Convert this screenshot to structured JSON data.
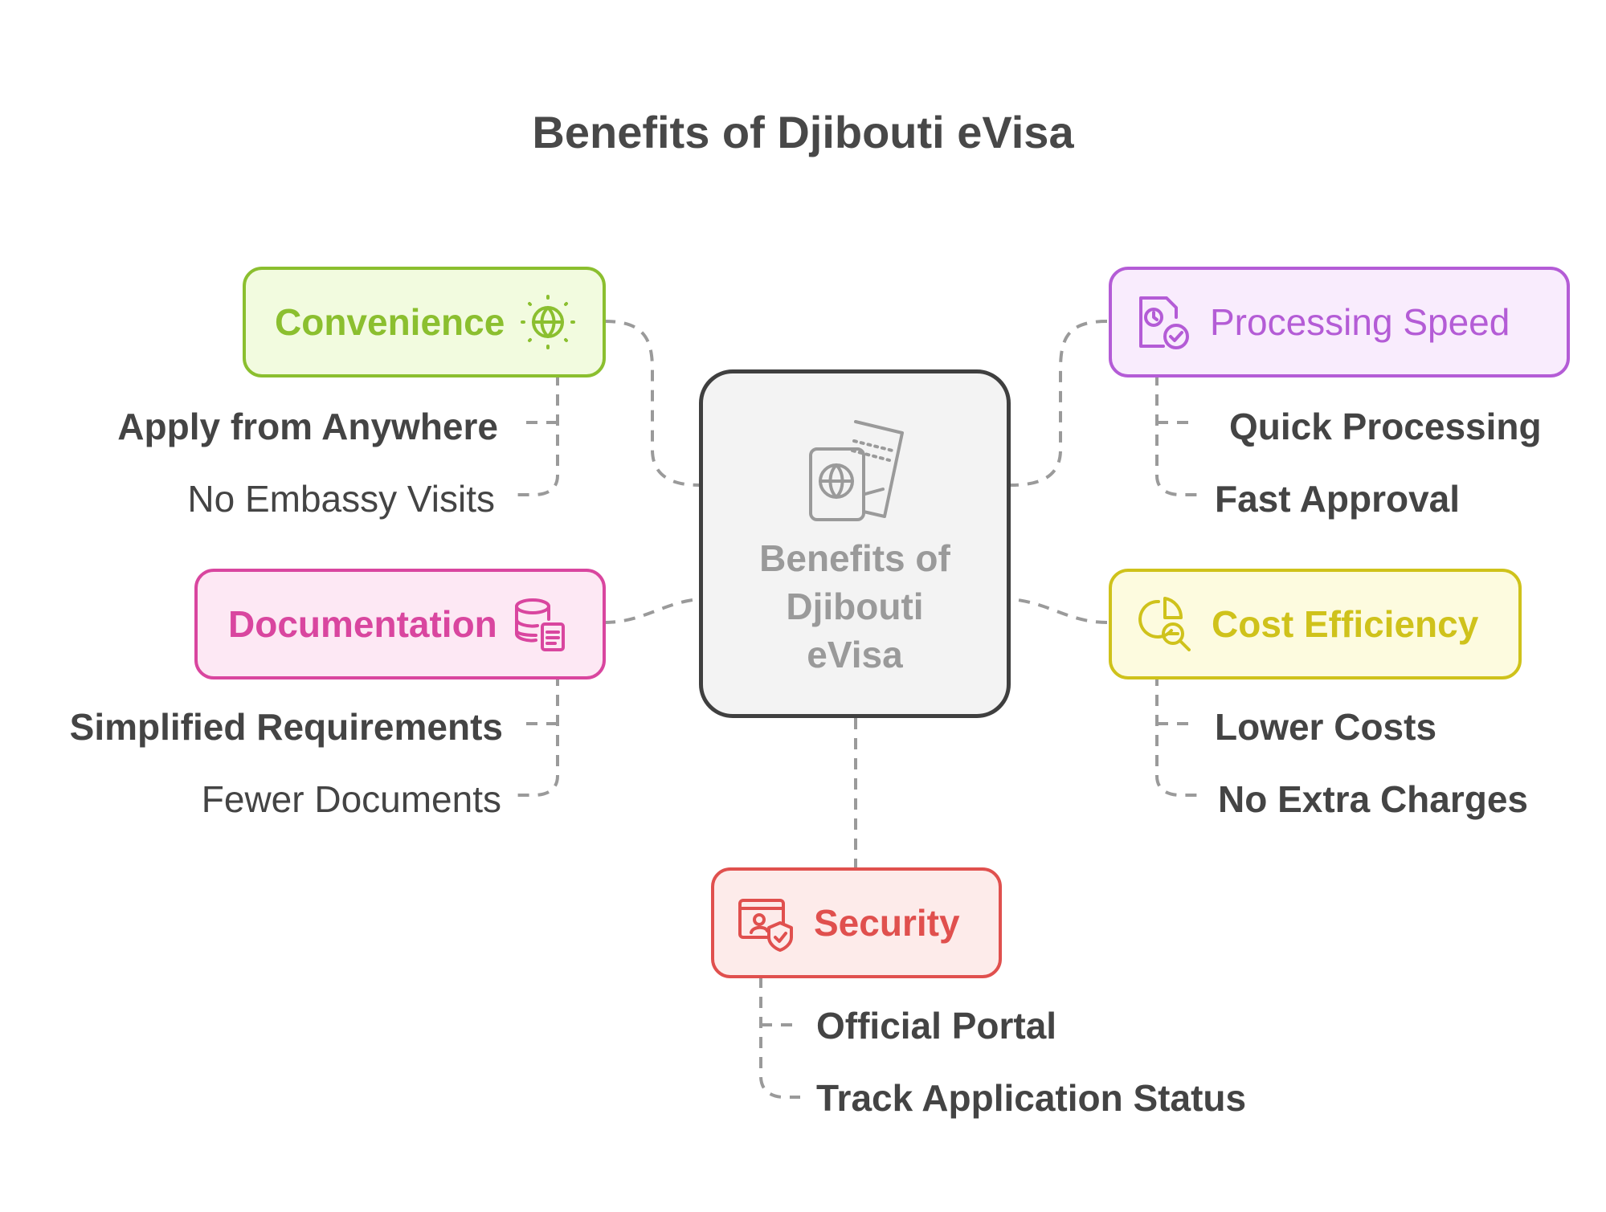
{
  "title": "Benefits of Djibouti eVisa",
  "center": {
    "label": "Benefits of\nDjibouti\neVisa",
    "icon": "passport-ticket-icon"
  },
  "categories": {
    "convenience": {
      "label": "Convenience",
      "icon": "globe-icon",
      "color": "#8bbf2f",
      "fill": "#f2fbdf",
      "items": [
        "Apply from Anywhere",
        "No Embassy Visits"
      ]
    },
    "processing_speed": {
      "label": "Processing Speed",
      "icon": "document-clock-check-icon",
      "color": "#b45cd6",
      "fill": "#f9ecfd",
      "items": [
        "Quick Processing",
        "Fast Approval"
      ]
    },
    "documentation": {
      "label": "Documentation",
      "icon": "database-document-icon",
      "color": "#d9469f",
      "fill": "#fde8f4",
      "items": [
        "Simplified Requirements",
        "Fewer Documents"
      ]
    },
    "cost_efficiency": {
      "label": "Cost Efficiency",
      "icon": "pie-chart-search-icon",
      "color": "#cfc21b",
      "fill": "#fdfbdf",
      "items": [
        "Lower Costs",
        "No Extra Charges"
      ]
    },
    "security": {
      "label": "Security",
      "icon": "id-card-shield-icon",
      "color": "#e0504e",
      "fill": "#fdebea",
      "items": [
        "Official Portal",
        "Track Application Status"
      ]
    }
  }
}
